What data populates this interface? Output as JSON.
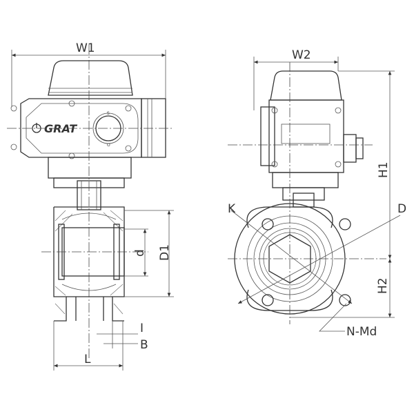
{
  "title": "Electric actuated wafer ball valve dimension drawing",
  "brand": "GRAT",
  "indicator": {
    "top": "S",
    "bottom": "O"
  },
  "labels": {
    "W1": "W1",
    "W2": "W2",
    "H1": "H1",
    "H2": "H2",
    "D": "D",
    "D1": "D1",
    "d": "d",
    "K": "K",
    "NMd": "N-Md",
    "I": "I",
    "B": "B",
    "L": "L"
  },
  "colors": {
    "line": "#333333",
    "background": "#ffffff"
  }
}
